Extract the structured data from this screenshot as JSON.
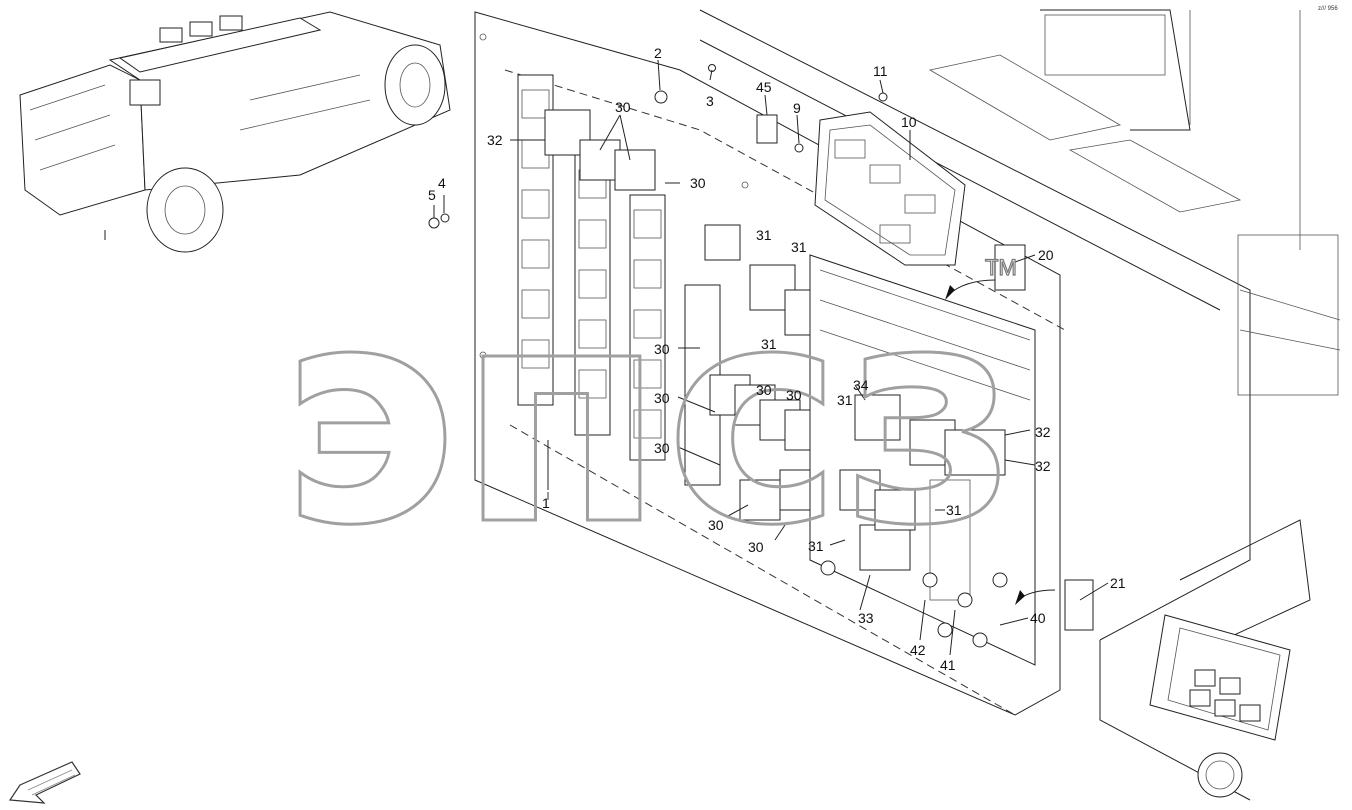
{
  "callouts": {
    "c1": "1",
    "c2": "2",
    "c3": "3",
    "c4": "4",
    "c5": "5",
    "c9": "9",
    "c10": "10",
    "c11": "11",
    "c20": "20",
    "c21": "21",
    "c30": "30",
    "c31": "31",
    "c32": "32",
    "c33": "33",
    "c34": "34",
    "c40": "40",
    "c41": "41",
    "c42": "42",
    "c45": "45"
  },
  "watermark": {
    "text": "эпсз",
    "tm": "TM"
  },
  "corner_code": "z/// 956",
  "colors": {
    "line": "#222222",
    "watermark": "#a0a0a0",
    "background": "#ffffff"
  },
  "icons": [
    "machine-thumbnail",
    "orientation-arrow-icon",
    "control-panel-keypad"
  ]
}
